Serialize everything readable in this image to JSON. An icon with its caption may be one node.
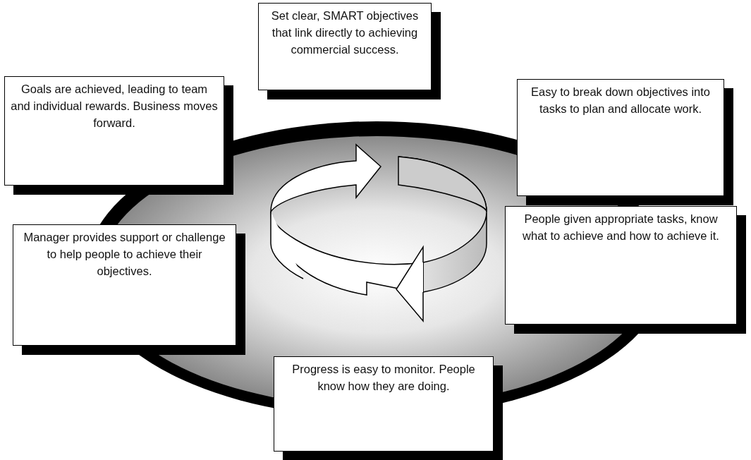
{
  "diagram": {
    "nodes": [
      {
        "text": [
          "Set clear, SMART objectives that link directly to achieving commercial success."
        ]
      },
      {
        "text": [
          "Easy to break down objectives into tasks to plan and allocate work."
        ]
      },
      {
        "text": [
          "People given appropriate tasks, know what to achieve and how to achieve it."
        ]
      },
      {
        "text": [
          "Progress is easy to monitor. People know how they are doing."
        ]
      },
      {
        "text": [
          "Manager provides support or challenge to help people to achieve their objectives."
        ]
      },
      {
        "text": [
          "Goals are achieved, leading to team and individual rewards. Business moves forward."
        ]
      }
    ]
  }
}
